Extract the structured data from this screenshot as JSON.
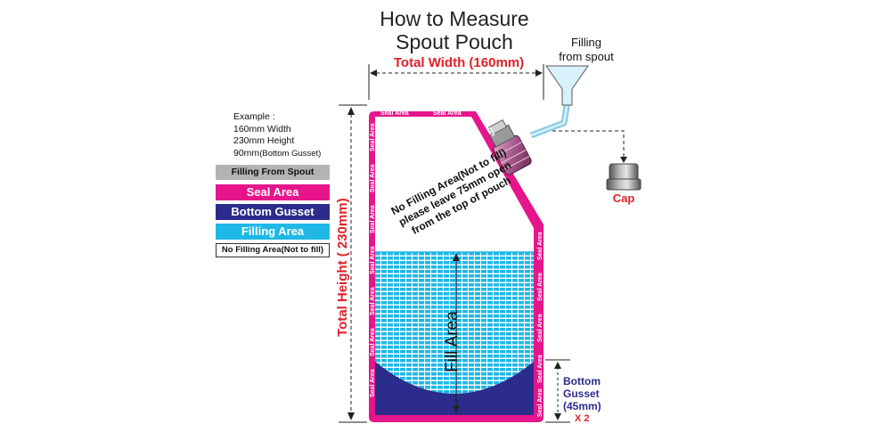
{
  "title": {
    "line1": "How to Measure",
    "line2": "Spout Pouch"
  },
  "total_width_label": "Total Width (160mm)",
  "total_height_label": "Total Height ( 230mm)",
  "filling_label": {
    "line1": "Filling",
    "line2": "from spout"
  },
  "cap_label": "Cap",
  "example": {
    "heading": "Example :",
    "line1": "160mm Width",
    "line2": "230mm Height",
    "line3": "90mm",
    "line3_suffix": "(Bottom Gusset)"
  },
  "legend": [
    {
      "label": "Filling From Spout",
      "bg": "#b3b3b3",
      "color": "#111111"
    },
    {
      "label": "Seal Area",
      "bg": "#e6158c",
      "color": "#ffffff"
    },
    {
      "label": "Bottom Gusset",
      "bg": "#2c2c8c",
      "color": "#ffffff"
    },
    {
      "label": "Filling Area",
      "bg": "#1fb8e6",
      "color": "#ffffff"
    },
    {
      "label": "No Filling Area(Not to fill)",
      "bg": "#ffffff",
      "color": "#111111"
    }
  ],
  "seal_text": "Seal Area",
  "no_fill_note": {
    "line1": "No Filling Area(Not to fill)",
    "line2": "please leave 75mm open",
    "line3": "from the top of pouch"
  },
  "fill_area_label": "Fill Area",
  "bottom_gusset_label": {
    "line1": "Bottom",
    "line2": "Gusset",
    "line3": "(45mm)",
    "multiplier": "X 2"
  },
  "colors": {
    "seal": "#e6158c",
    "gusset": "#2c2c8c",
    "fill": "#1fb8e6",
    "red_text": "#e0202a",
    "blue_text": "#2c2c8c"
  }
}
